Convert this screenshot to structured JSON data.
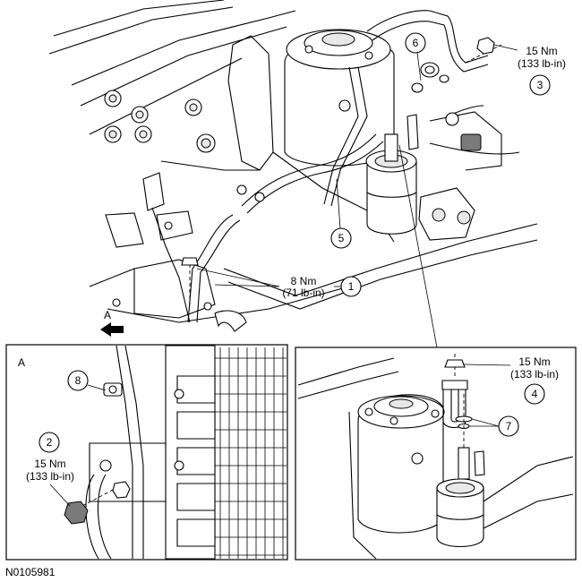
{
  "callouts": [
    {
      "number": "1",
      "torque_nm": "8 Nm",
      "torque_lbin": "(71 lb-in)"
    },
    {
      "number": "2",
      "torque_nm": "15 Nm",
      "torque_lbin": "(133 lb-in)"
    },
    {
      "number": "3",
      "torque_nm": "15 Nm",
      "torque_lbin": "(133 lb-in)"
    },
    {
      "number": "4",
      "torque_nm": "15 Nm",
      "torque_lbin": "(133 lb-in)"
    },
    {
      "number": "5"
    },
    {
      "number": "6"
    },
    {
      "number": "7"
    },
    {
      "number": "8"
    }
  ],
  "view_labels": {
    "arrow": "A",
    "inset": "A"
  },
  "figure_id": "N0105981"
}
